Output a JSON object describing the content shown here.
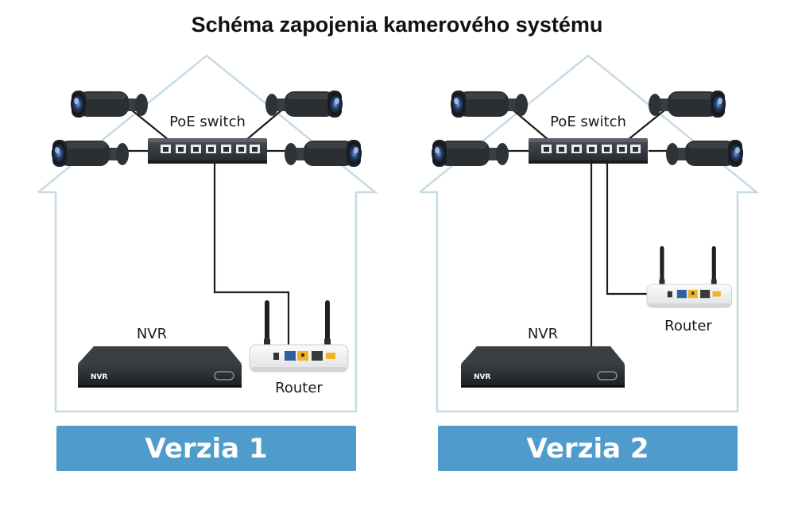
{
  "title": "Schéma zapojenia kamerového systému",
  "colors": {
    "house_outline": "#c6dbe6",
    "banner": "#4f9bcb",
    "cable": "#1c1c1c",
    "device_dark": "#2b2f33",
    "router_body": "#f1f2f3"
  },
  "variants": [
    {
      "switch_label": "PoE switch",
      "nvr_label": "NVR",
      "nvr_badge": "NVR",
      "router_label": "Router",
      "banner_label": "Verzia 1"
    },
    {
      "switch_label": "PoE switch",
      "nvr_label": "NVR",
      "nvr_badge": "NVR",
      "router_label": "Router",
      "banner_label": "Verzia 2"
    }
  ]
}
